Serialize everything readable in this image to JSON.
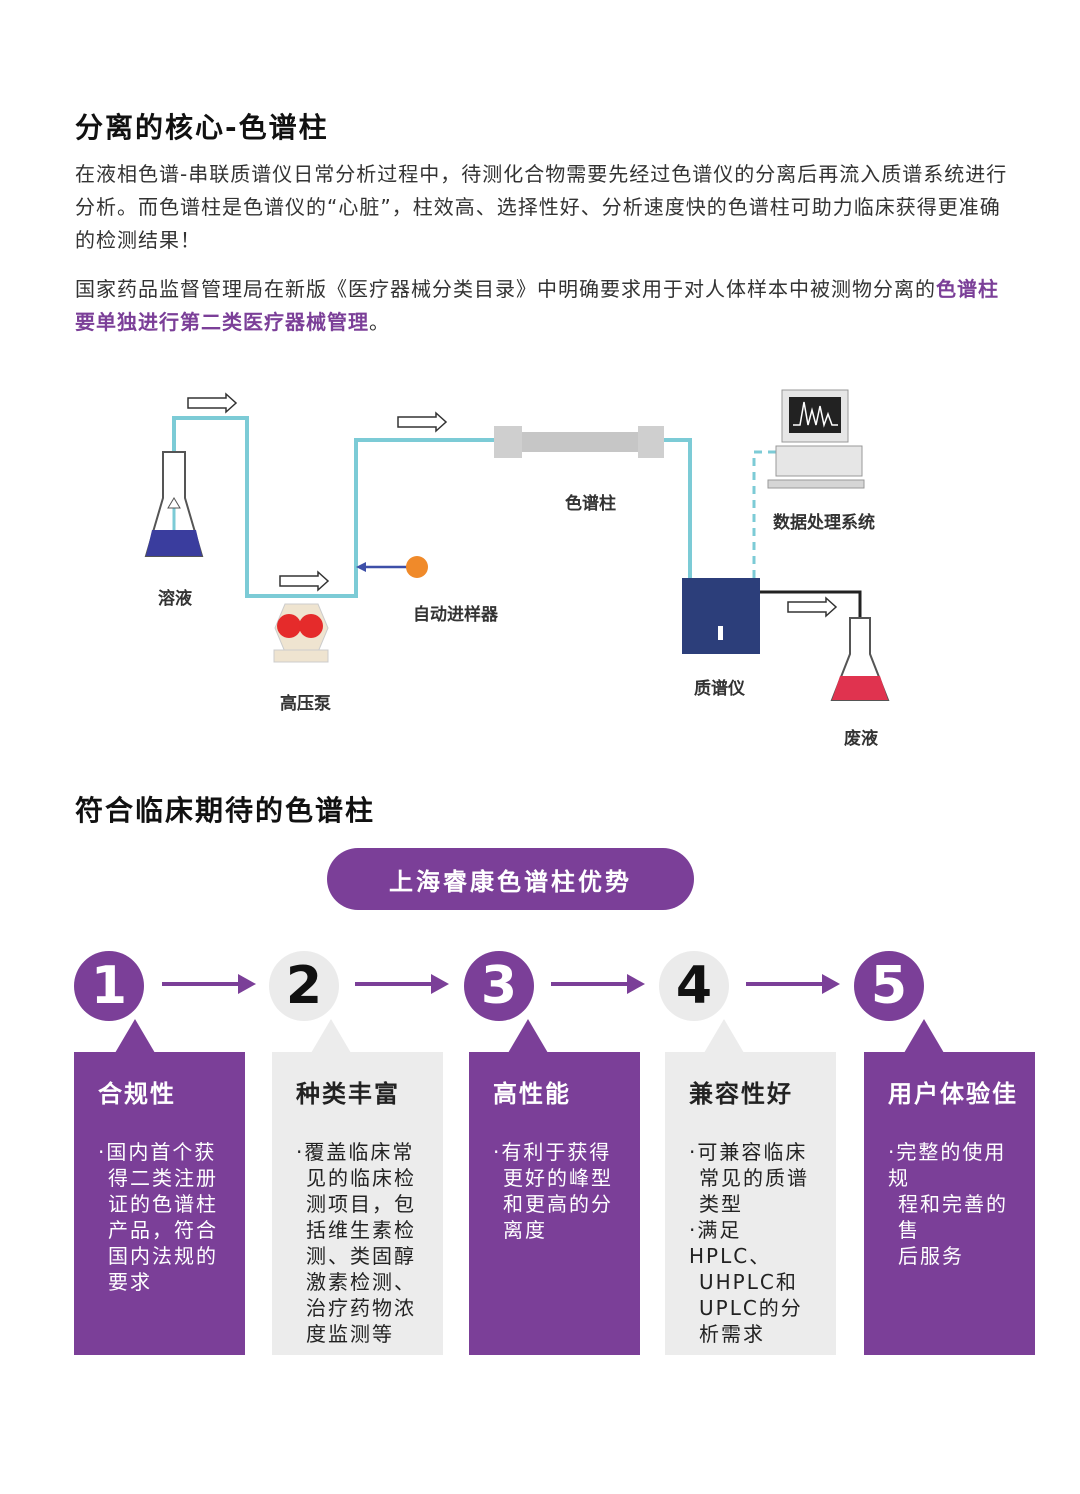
{
  "section1": {
    "title": "分离的核心-色谱柱",
    "para1": "在液相色谱-串联质谱仪日常分析过程中，待测化合物需要先经过色谱仪的分离后再流入质谱系统进行分析。而色谱柱是色谱仪的“心脏”，柱效高、选择性好、分析速度快的色谱柱可助力临床获得更准确的检测结果！",
    "para2_prefix": "国家药品监督管理局在新版《医疗器械分类目录》中明确要求用于对人体样本中被测物分离的",
    "para2_highlight": "色谱柱要单独进行第二类医疗器械管理",
    "para2_suffix": "。"
  },
  "diagram": {
    "solution": "溶液",
    "pump": "高压泵",
    "autosampler": "自动进样器",
    "column": "色谱柱",
    "ms": "质谱仪",
    "data_system": "数据处理系统",
    "waste": "废液",
    "colors": {
      "tube": "#7ccbd6",
      "ms_box": "#2c3e7a",
      "flask_liquid": "#3a3d9e",
      "waste_liquid": "#e0334f",
      "pump_red": "#e52b2b",
      "sampler_orange": "#f08a2a"
    }
  },
  "section2": {
    "title": "符合临床期待的色谱柱",
    "pill": "上海睿康色谱柱优势"
  },
  "steps": [
    {
      "num": "1",
      "title": "合规性",
      "lines": [
        "·国内首个获",
        "得二类注册",
        "证的色谱柱",
        "产品，符合",
        "国内法规的",
        "要求"
      ]
    },
    {
      "num": "2",
      "title": "种类丰富",
      "lines": [
        "·覆盖临床常",
        "见的临床检",
        "测项目，包",
        "括维生素检",
        "测、类固醇",
        "激素检测、",
        "治疗药物浓",
        "度监测等"
      ]
    },
    {
      "num": "3",
      "title": "高性能",
      "lines": [
        "·有利于获得",
        "更好的峰型",
        "和更高的分",
        "离度"
      ]
    },
    {
      "num": "4",
      "title": "兼容性好",
      "lines": [
        "·可兼容临床",
        "常见的质谱",
        "类型",
        "·满足HPLC、",
        "UHPLC和",
        "UPLC的分",
        "析需求"
      ]
    },
    {
      "num": "5",
      "title": "用户体验佳",
      "lines": [
        "·完整的使用规",
        "程和完善的售",
        "后服务"
      ]
    }
  ],
  "accent": "#7b3f98",
  "gray": "#ececec"
}
